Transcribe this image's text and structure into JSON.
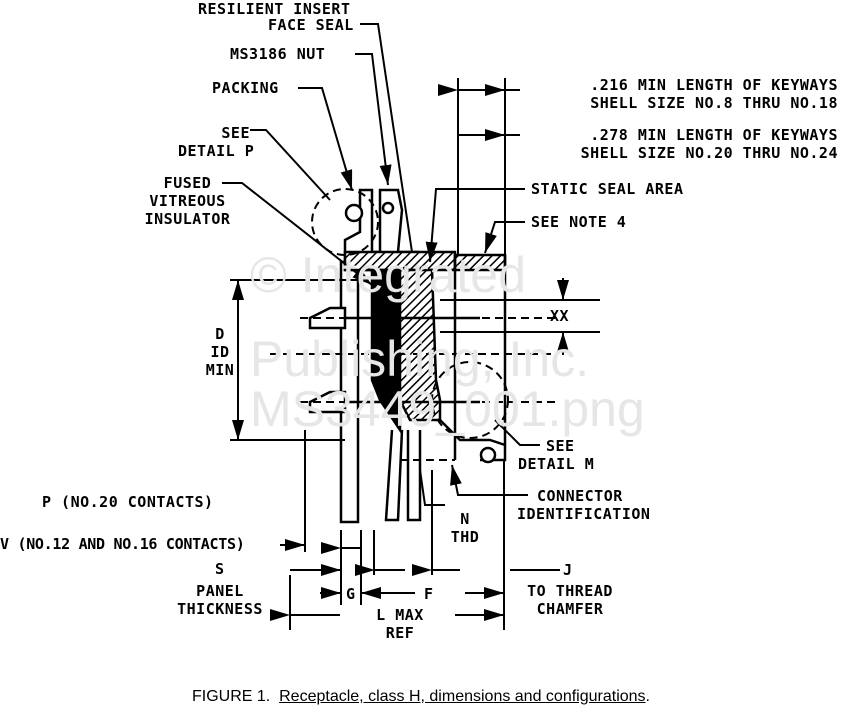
{
  "watermark": {
    "line1": "© Integrated",
    "line2": "Publishing, Inc.",
    "line3": "MS3449_001.png"
  },
  "labels": {
    "resilient_insert": "RESILIENT INSERT",
    "face_seal": "FACE SEAL",
    "ms3186_nut": "MS3186 NUT",
    "packing": "PACKING",
    "see_detail_p_1": "SEE",
    "see_detail_p_2": "DETAIL P",
    "fused_1": "FUSED",
    "fused_2": "VITREOUS",
    "fused_3": "INSULATOR",
    "keyway_216_1": ".216 MIN LENGTH OF KEYWAYS",
    "keyway_216_2": "SHELL SIZE NO.8 THRU NO.18",
    "keyway_278_1": ".278 MIN LENGTH OF KEYWAYS",
    "keyway_278_2": "SHELL SIZE NO.20 THRU NO.24",
    "static_seal": "STATIC SEAL AREA",
    "see_note_4": "SEE NOTE 4",
    "xx": "XX",
    "d": "D",
    "id": "ID",
    "min": "MIN",
    "see_detail_m_1": "SEE",
    "see_detail_m_2": "DETAIL M",
    "p_contacts": "P (NO.20 CONTACTS)",
    "v_contacts": "V (NO.12 AND NO.16 CONTACTS)",
    "connector_id_1": "CONNECTOR",
    "connector_id_2": "IDENTIFICATION",
    "n": "N",
    "thd": "THD",
    "s": "S",
    "panel": "PANEL",
    "thickness": "THICKNESS",
    "g": "G",
    "f": "F",
    "j": "J",
    "to_thread": "TO THREAD",
    "chamfer": "CHAMFER",
    "l_max": "L MAX",
    "ref": "REF"
  },
  "caption": {
    "prefix": "FIGURE 1.",
    "title": "Receptacle, class H, dimensions and configurations",
    "suffix": "."
  }
}
